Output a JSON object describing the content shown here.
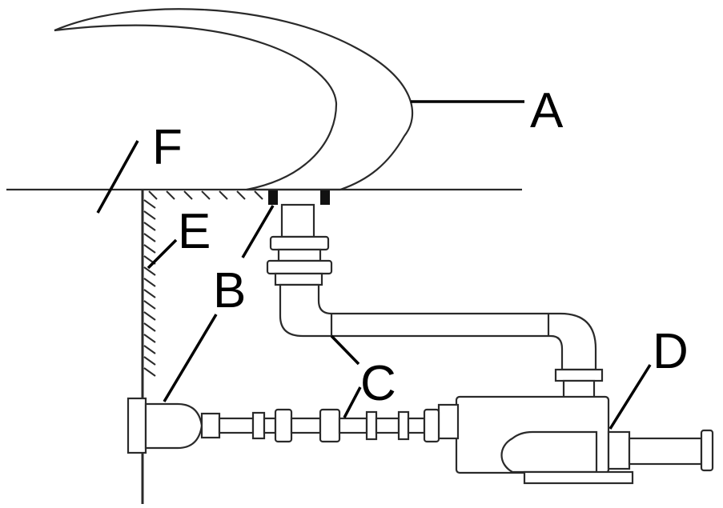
{
  "labels": {
    "a": "A",
    "b_upper": "B",
    "b_lower": "B",
    "c": "C",
    "d": "D",
    "e": "E",
    "f": "F"
  },
  "colors": {
    "line": "#2a2a2a",
    "background": "#ffffff",
    "text": "#000000"
  }
}
